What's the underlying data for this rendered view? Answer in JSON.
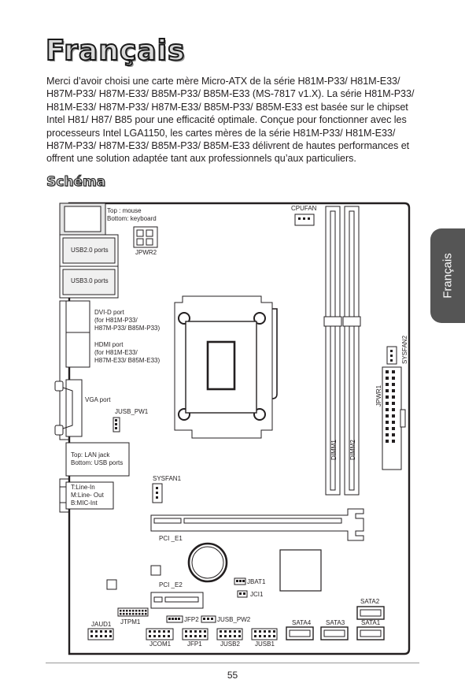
{
  "title": "Français",
  "intro": "Merci d’avoir choisi une carte mère Micro-ATX de la série H81M-P33/ H81M-E33/ H87M-P33/ H87M-E33/ B85M-P33/ B85M-E33 (MS-7817 v1.X). La série H81M-P33/ H81M-E33/ H87M-P33/ H87M-E33/ B85M-P33/ B85M-E33 est basée sur le chipset Intel H81/ H87/ B85 pour une efficacité optimale. Conçue pour fonctionner avec les processeurs Intel LGA1150, les cartes mères de la série H81M-P33/ H81M-E33/ H87M-P33/ H87M-E33/ B85M-P33/ B85M-E33 délivrent de hautes performances et offrent une solution adaptée tant aux professionnels qu’aux particuliers.",
  "section_heading": "Schéma",
  "side_tab": "Français",
  "page_number": "55",
  "diagram": {
    "ps2_top": "Top : mouse",
    "ps2_bottom": "Bottom: keyboard",
    "usb2": "USB2.0 ports",
    "jpwr2": "JPWR2",
    "usb3": "USB3.0 ports",
    "cpufan": "CPUFAN",
    "dvi_1": "DVI-D port",
    "dvi_2": "(for H81M-P33/",
    "dvi_3": "H87M-P33/ B85M-P33)",
    "hdmi_1": "HDMI port",
    "hdmi_2": "(for H81M-E33/",
    "hdmi_3": "H87M-E33/ B85M-E33)",
    "sysfan2": "SYSFAN2",
    "jpwr1": "JPWR1",
    "vga": "VGA port",
    "jusb_pw1": "JUSB_PW1",
    "dimm1": "DIMM1",
    "dimm2": "DIMM2",
    "lan_top": "Top: LAN jack",
    "lan_bottom": "Bottom: USB ports",
    "sysfan1": "SYSFAN1",
    "audio_1": "T:Line-In",
    "audio_2": "M:Line- Out",
    "audio_3": "B:MIC-Int",
    "pci_e1": "PCI _E1",
    "jbat1": "JBAT1",
    "jci1": "JCI1",
    "pci_e2": "PCI _E2",
    "sata2": "SATA2",
    "jtpm1": "JTPM1",
    "jfp2": "JFP2",
    "jusb_pw2": "JUSB_PW2",
    "jaud1": "JAUD1",
    "sata4": "SATA4",
    "sata3": "SATA3",
    "sata1": "SATA1",
    "jcom1": "JCOM1",
    "jfp1": "JFP1",
    "jusb2": "JUSB2",
    "jusb1": "JUSB1"
  }
}
